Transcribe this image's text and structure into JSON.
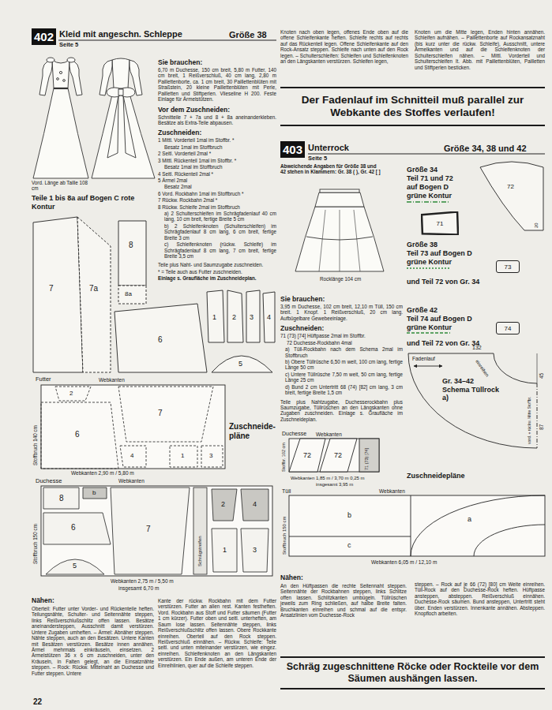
{
  "diagram": {
    "nodes": [
      {
        "text": [
          "402"
        ]
      },
      {
        "text": [
          "Der Fadenlauf im Schnitteil muß parallel zur Webkante des Stoffes verlaufen!"
        ]
      },
      {
        "text": [
          "403"
        ]
      },
      {
        "text": [
          "71"
        ]
      },
      {
        "text": [
          "73"
        ]
      },
      {
        "text": [
          "74"
        ]
      },
      {
        "text": [
          "Schräg zugeschnittene Röcke oder Rockteile vor dem Säumen aushängen lassen."
        ]
      }
    ],
    "labels": [
      "Kleid mit angeschn. Schleppe",
      "Größe 38",
      "Seite 5",
      "Vord. Länge ab Taille 108 cm",
      "Teile 1 bis 8a auf Bogen C rote Kontur",
      "Sie brauchen:",
      "6,70 m Duchesse, 150 cm breit, 5,80 m Futter, 140 cm breit, 1 Reißverschluß, 40 cm lang, 2,80 m Paillettenborte, ca. 1 cm breit, 30 Paillettenblüten mit Straßstein, 20 kleine Paillettenblüten mit Perle, Pailletten und Stiftperlen. Vlieseline H 200. Feste Einlage für Ärmelstützen.",
      "Vor dem Zuschneiden:",
      "Schnitteile 7 + 7a und 8 + 8a aneinanderkleben. Besätze als Extra-Teile abpausen.",
      "Zuschneiden:",
      "1 Mittl. Vorderteil 1mal im Stoffbr. *",
      "Besatz 1mal im Stoffbruch",
      "2 Seitl. Vorderteil 2mal *",
      "3 Mittl. Rückenteil 1mal im Stoffbr. *",
      "Besatz 1mal im Stoffbruch",
      "4 Seitl. Rückenteil 2mal *",
      "5 Ärmel 2mal",
      "Besatz 2mal",
      "6 Vord. Rockbahn 1mal im Stoffbruch *",
      "7 Rückw. Rockbahn 2mal *",
      "8 Rückw. Schleife 2mal im Stoffbruch",
      "a) 2 Schulterschleifen im Schrägfadenlauf 40 cm lang, 10 cm breit, fertige Breite 5 cm",
      "b) 2 Schleifenknoten (Schulterschleifen) im Schrägfadenlauf 8 cm lang, 6 cm breit, fertige Breite 3 cm",
      "c) Schleifenknoten (rückw. Schleife) im Schrägfadenlauf 8 cm lang, 7 cm breit, fertige Breite 3,5 cm",
      "Teile plus Naht- und Saumzugabe zuschneiden.",
      "* = Teile auch aus Futter zuschneiden.",
      "Einlage s. Graufläche im Zuschneideplan.",
      "7",
      "7a",
      "8",
      "8a",
      "6",
      "1",
      "2",
      "3",
      "4",
      "5",
      "Futter",
      "Webkanten",
      "Stoffbruch 140 cm",
      "2",
      "6",
      "7",
      "4",
      "1",
      "3",
      "Webkanten 2,90 m / 5,80 m",
      "Zuschneide- pläne",
      "Duchesse",
      "Webkanten",
      "Stoffbruch 150 cm",
      "8",
      "b",
      "6",
      "7",
      "5",
      "Schrägstreifen",
      "2",
      "4",
      "1",
      "3",
      "Webkanten 2,75 m / 5,50 m",
      "insgesamt 6,70 m",
      "Nähen:",
      "Oberteil: Futter unter Vorder- und Rückenteile heften. Teilungsnähte, Schulter- und Seitennähte steppen, links Reißverschlußschlitz offen lassen. Besätze aneinandersteppen, Ausschnitt damit verstürzen. Untere Zugaben umheften. – Ärmel: Abnäher steppen. Nähte steppen, auch an den Besätzen. Untere Kanten mit Besätzen verstürzen. Besätze innen annähen. Ärmel mehrmals einkräuseln, einsetzen. 2 Ärmelstützen 36 x 6 cm zuschneiden, unter den Kräuseln, in Falten gelegt, an die Einsatznähte steppen. – Rock: Rückw. Mittelnaht an Duchesse und Futter steppen. Untere",
      "Kante der rückw. Rockbahn mit dem Futter verstürzen. Futter an allen rest. Kanten festheften. Vord. Rockbahn aus Stoff und Futter säumen (Futter 1 cm kürzer). Futter oben und seitl. unterheften, am Saum lose lassen. Seitennähte steppen, links Reißverschlußschlitz offen lassen. Obere Rockkante einreihen. Oberteil auf den Rock steppen. Reißverschluß einnähen. – Rückw. Schleife: Teile seitl. und unten miteinander verstürzen, wie eingez. einreihen. Schleifenknoten an den Längskanten verstürzen. Ein Ende außen, am unteren Ende der Einreihlinien, quer auf die Schleife steppen.",
      "22",
      "Knoten nach oben legen, offenes Ende oben auf die offene Schleifenkante heften. Schleife rechts auf rechts auf das Rückenteil legen. Offene Schleifenkante auf den Rock-Ansatz steppen. Schleife nach unten auf den Rock legen. – Schulterschleifen: Schleifen und Schleifenknoten an den Längskanten verstürzen. Schleifen legen,",
      "Knoten um die Mitte legen, Enden hinten annähen. Schleifen aufnähen. – Paillettenborte auf Rockansatznaht (bis kurz unter die rückw. Schleife), Ausschnitt, untere Ärmelkanten und auf die Schleifenknoten der Schulterschleifen nähen. – Mittl. Vorderteil und Schulterschleifen lt. Abb. mit Paillettenblüten, Pailletten und Stiftperlen besticken.",
      "Unterrock",
      "Größe 34, 38 und 42",
      "Seite 5",
      "Abweichende Angaben für Größe 38 und 42 stehen in Klammern: Gr. 38 ( ), Gr. 42 [ ]",
      "Rocklänge 104 cm",
      "Sie brauchen:",
      "3,95 m Duchesse, 102 cm breit, 12,10 m Tüll, 150 cm breit. 1 Knopf. 1 Reißverschluß, 20 cm lang. Aufbügelbare Gewebeeinlage.",
      "Zuschneiden:",
      "71 (73) [74] Hüftpasse 2mal im Stoffbr.",
      "72 Duchesse-Rockbahn 4mal",
      "a) Tüll-Rockbahn nach dem Schema 2mal im Stoffbruch",
      "b) Obere Tüllrüsche 6,50 m weit, 100 cm lang, fertige Länge 50 cm",
      "c) Untere Tüllrüsche 7,50 m weit, 50 cm lang, fertige Länge 25 cm",
      "d) Bund 2 cm Untertritt 68 (74) [82] cm lang, 3 cm breit, fertige Breite 1,5 cm",
      "Teile plus Nahtzugabe, Duchesserockbahn plus Saumzugabe, Tüllrüschen an den Längskanten ohne Zugaben zuschneiden. Einlage s. Graufläche im Zuschneideplan.",
      "Duchesse",
      "Webkanten",
      "Stoffbr. 102 cm",
      "72",
      "72",
      "71 (73) [74]",
      "Webkanten 1,85 m / 3,70 m 0,25 m",
      "insgesamt 3,95 m",
      "Größe 34",
      "Teil 71 und 72",
      "auf Bogen D",
      "grüne Kontur",
      "72",
      "20",
      "Größe 38",
      "Teil 73 auf Bogen D",
      "grüne Kontur",
      "und Teil 72 von Gr. 34",
      "Größe 42",
      "Teil 74 auf Bogen D",
      "grüne Kontur",
      "und Teil 72 von Gr. 34",
      "132",
      "Fadenlauf",
      "einreihen",
      "Gr. 34–42 Schema Tüllrock a)",
      "45",
      "87",
      "vord. + rückw. Mitte Stoffbr.",
      "Zuschneidepläne",
      "Tüll",
      "Webkanten",
      "Stoffbruch 150 cm",
      "b",
      "a",
      "c",
      "Webkanten 6,05 m / 12,10 m",
      "Nähen:",
      "An den Hüftpassen die rechte Seitennaht steppen. Seitennähte der Rockbahnen steppen, links Schlitze offen lassen. Schlitzkanten umbügeln. Tüllrüschen jeweils zum Ring schließen, auf halbe Breite falten. Bruchkanten einreihen und schmal auf die entspr. Ansatzlinien vom Duchesse-Rock",
      "steppen. – Rock auf je 66 (72) [80] cm Weite einreihen. Tüll-Rock auf den Duchesse-Rock heften. Hüftpasse ansteppen, absteppen. Reißverschluß einnähen. Duchesse-Rock säumen. Bund ansteppen, Untertritt steht über. Enden verstürzen. Innenkante annähen. Absteppen. Knopfloch arbeiten."
    ]
  }
}
